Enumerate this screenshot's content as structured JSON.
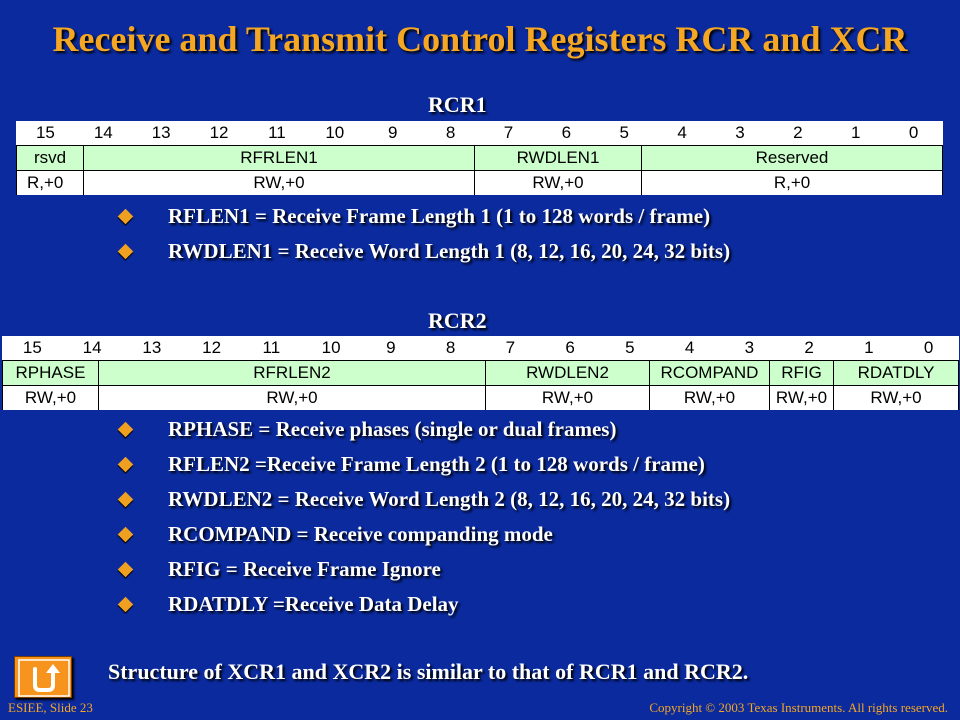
{
  "slide": {
    "title": "Receive and Transmit Control Registers RCR and XCR",
    "note": "Structure of  XCR1 and XCR2 is similar to that of  RCR1 and RCR2.",
    "footer_left": "ESIEE, Slide 23",
    "footer_right": "Copyright © 2003 Texas Instruments. All rights reserved."
  },
  "rcr1": {
    "label": "RCR1",
    "bits": [
      "15",
      "14",
      "13",
      "12",
      "11",
      "10",
      "9",
      "8",
      "7",
      "6",
      "5",
      "4",
      "3",
      "2",
      "1",
      "0"
    ],
    "fields": [
      "rsvd",
      "RFRLEN1",
      "RWDLEN1",
      "Reserved"
    ],
    "access": [
      "R,+0",
      "RW,+0",
      "RW,+0",
      "R,+0"
    ]
  },
  "rcr2": {
    "label": "RCR2",
    "bits": [
      "15",
      "14",
      "13",
      "12",
      "11",
      "10",
      "9",
      "8",
      "7",
      "6",
      "5",
      "4",
      "3",
      "2",
      "1",
      "0"
    ],
    "fields": [
      "RPHASE",
      "RFRLEN2",
      "RWDLEN2",
      "RCOMPAND",
      "RFIG",
      "RDATDLY"
    ],
    "access": [
      "RW,+0",
      "RW,+0",
      "RW,+0",
      "RW,+0",
      "RW,+0",
      "RW,+0"
    ]
  },
  "bullets1": [
    "RFLEN1 = Receive Frame Length 1 (1 to 128 words / frame)",
    "RWDLEN1 = Receive Word Length 1 (8, 12, 16, 20, 24, 32 bits)"
  ],
  "bullets2": [
    "RPHASE = Receive phases (single or dual frames)",
    "RFLEN2 =Receive Frame Length 2  (1 to 128 words / frame)",
    "RWDLEN2 = Receive Word Length 2 (8, 12, 16, 20, 24, 32 bits)",
    "RCOMPAND = Receive companding mode",
    "RFIG = Receive Frame Ignore",
    "RDATDLY =Receive Data Delay"
  ],
  "colors": {
    "background": "#0a2a9e",
    "title": "#f5a623",
    "field_fill": "#ccffcc",
    "home_button": "#f7941d"
  },
  "icons": {
    "home": "return-arrow-icon"
  }
}
